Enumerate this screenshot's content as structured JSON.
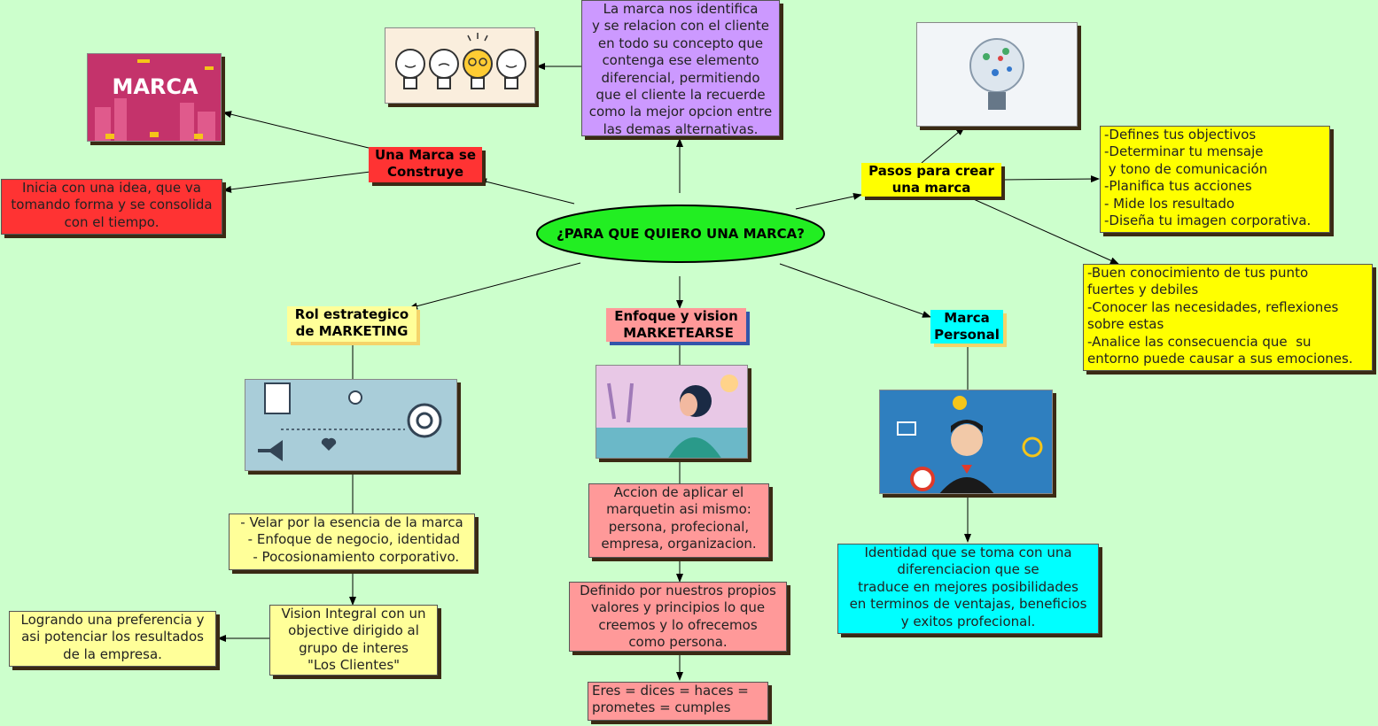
{
  "central_topic": "¿PARA QUE QUIERO UNA MARCA?",
  "top_description": "La marca nos identifica\ny se relacion con el cliente\nen todo su concepto que\ncontenga ese elemento\ndiferencial, permitiendo\nque el cliente la recuerde\ncomo la mejor opcion entre\nlas demas alternativas.",
  "branch_construye": {
    "label": "Una Marca se\nConstruye",
    "description": "Inicia con una idea, que va\ntomando forma y se consolida\ncon el tiempo.",
    "image_text": "MARCA"
  },
  "branch_pasos": {
    "label": "Pasos para crear\nuna marca",
    "steps": "-Defines tus objectivos\n-Determinar tu mensaje\n y tono de comunicación\n-Planifica tus acciones\n- Mide los resultado\n-Diseña tu imagen corporativa.",
    "requirements": "-Buen conocimiento de tus punto\nfuertes y debiles\n-Conocer las necesidades, reflexiones\nsobre estas\n-Analice las consecuencia que  su\nentorno puede causar a sus emociones."
  },
  "branch_rol": {
    "label": "Rol estrategico\nde MARKETING",
    "points": "- Velar por la esencia de la marca\n - Enfoque de negocio, identidad\n  - Pocosionamiento corporativo.",
    "vision": "Vision Integral con un\nobjective dirigido al\ngrupo de interes\n\"Los Clientes\"",
    "result": "Logrando una preferencia y\nasi potenciar los resultados\nde la empresa."
  },
  "branch_enfoque": {
    "label": "Enfoque y vision\n MARKETEARSE",
    "action": "Accion de aplicar el\nmarquetin asi mismo:\npersona, profecional,\nempresa, organizacion.",
    "defined": "Definido por nuestros propios\nvalores y principios lo que\ncreemos y lo ofrecemos\ncomo persona.",
    "formula": "Eres = dices = haces =\nprometes = cumples"
  },
  "branch_personal": {
    "label": "Marca\nPersonal",
    "description": "Identidad que se toma con una\ndiferenciacion que se\ntraduce en mejores posibilidades\nen terminos de ventajas, beneficios\ny exitos profecional."
  },
  "colors": {
    "background": "#ccffcc",
    "central": "#22ee22",
    "purple": "#cc99ff",
    "red": "#ff3333",
    "yellow": "#ffff00",
    "light_yellow": "#ffff99",
    "salmon": "#ff9999",
    "cyan": "#00ffff"
  }
}
